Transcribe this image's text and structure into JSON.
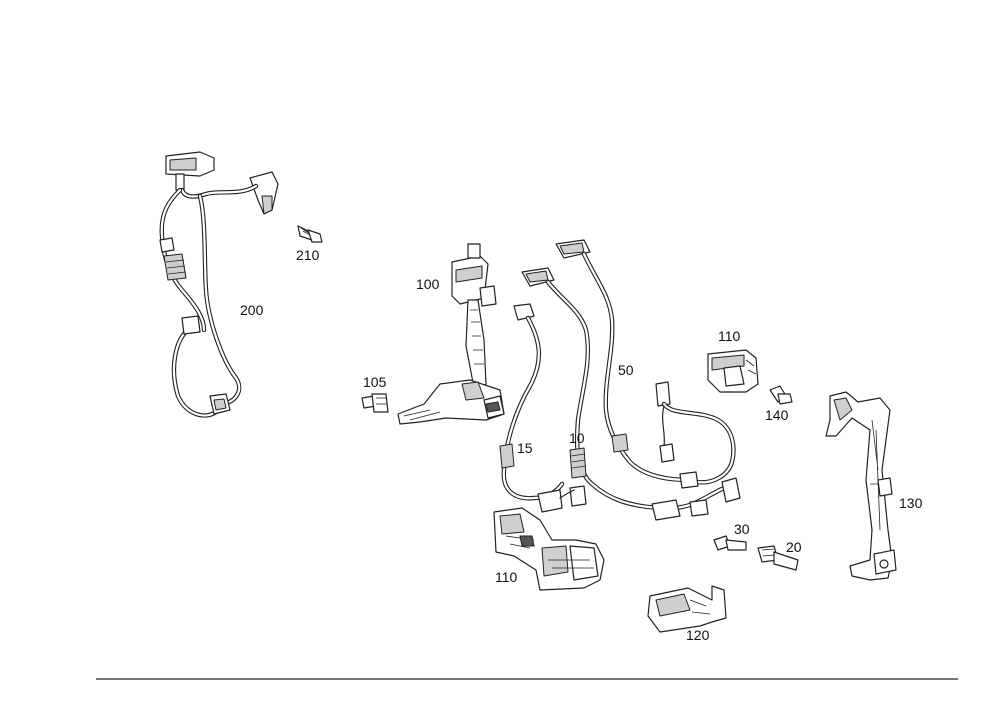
{
  "callouts": {
    "c200": "200",
    "c210": "210",
    "c100": "100",
    "c105": "105",
    "c110a": "110",
    "c110b": "110",
    "c50": "50",
    "c140": "140",
    "c130": "130",
    "c15": "15",
    "c10": "10",
    "c30": "30",
    "c20": "20",
    "c120": "120"
  }
}
